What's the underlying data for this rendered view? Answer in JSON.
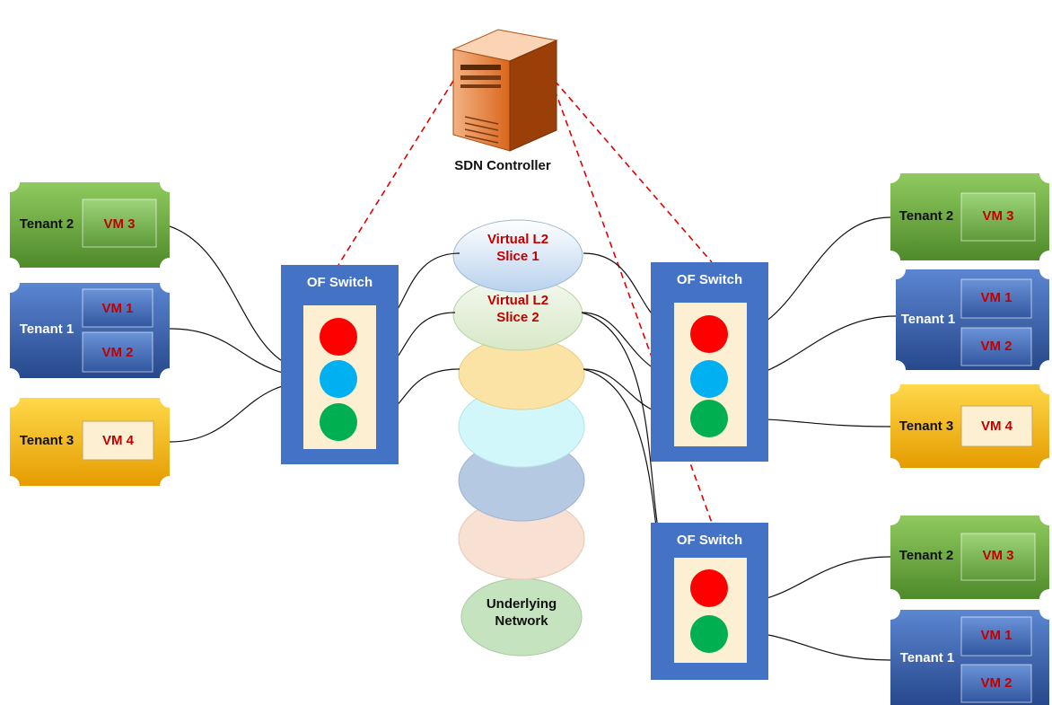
{
  "diagram": {
    "controller": {
      "label": "SDN Controller"
    },
    "switches": [
      {
        "label": "OF Switch"
      },
      {
        "label": "OF Switch"
      },
      {
        "label": "OF Switch"
      }
    ],
    "slices": [
      {
        "line1": "Virtual L2",
        "line2": "Slice 1"
      },
      {
        "line1": "Virtual L2",
        "line2": "Slice 2"
      }
    ],
    "underlying": {
      "line1": "Underlying",
      "line2": "Network"
    },
    "tenants": {
      "left": [
        {
          "tenant": "Tenant 2",
          "vms": [
            "VM 3"
          ]
        },
        {
          "tenant": "Tenant 1",
          "vms": [
            "VM 1",
            "VM 2"
          ]
        },
        {
          "tenant": "Tenant 3",
          "vms": [
            "VM 4"
          ]
        }
      ],
      "right_top": [
        {
          "tenant": "Tenant 2",
          "vms": [
            "VM 3"
          ]
        },
        {
          "tenant": "Tenant 1",
          "vms": [
            "VM 1",
            "VM 2"
          ]
        },
        {
          "tenant": "Tenant 3",
          "vms": [
            "VM 4"
          ]
        }
      ],
      "right_bottom": [
        {
          "tenant": "Tenant 2",
          "vms": [
            "VM 3"
          ]
        },
        {
          "tenant": "Tenant 1",
          "vms": [
            "VM 1",
            "VM 2"
          ]
        }
      ]
    },
    "colors": {
      "switch_box": "#4472c4",
      "switch_inner": "#fdf0d2",
      "port_red": "#ff0000",
      "port_blue": "#00b0f0",
      "port_green": "#00b050",
      "tenant_green": "#70ad47",
      "tenant_blue": "#3a63ad",
      "tenant_yellow": "#f5b800",
      "vm_text": "#c00000",
      "controller_link": "#e00000",
      "slice_1": "#cfe0f3",
      "slice_2": "#e4efda",
      "slice_3": "#fbe3a6",
      "slice_4": "#d2f7fb",
      "slice_5": "#b6c9e3",
      "slice_6": "#f8e0d2",
      "slice_7": "#c5e3bf"
    },
    "icons": [
      "server-icon"
    ]
  }
}
